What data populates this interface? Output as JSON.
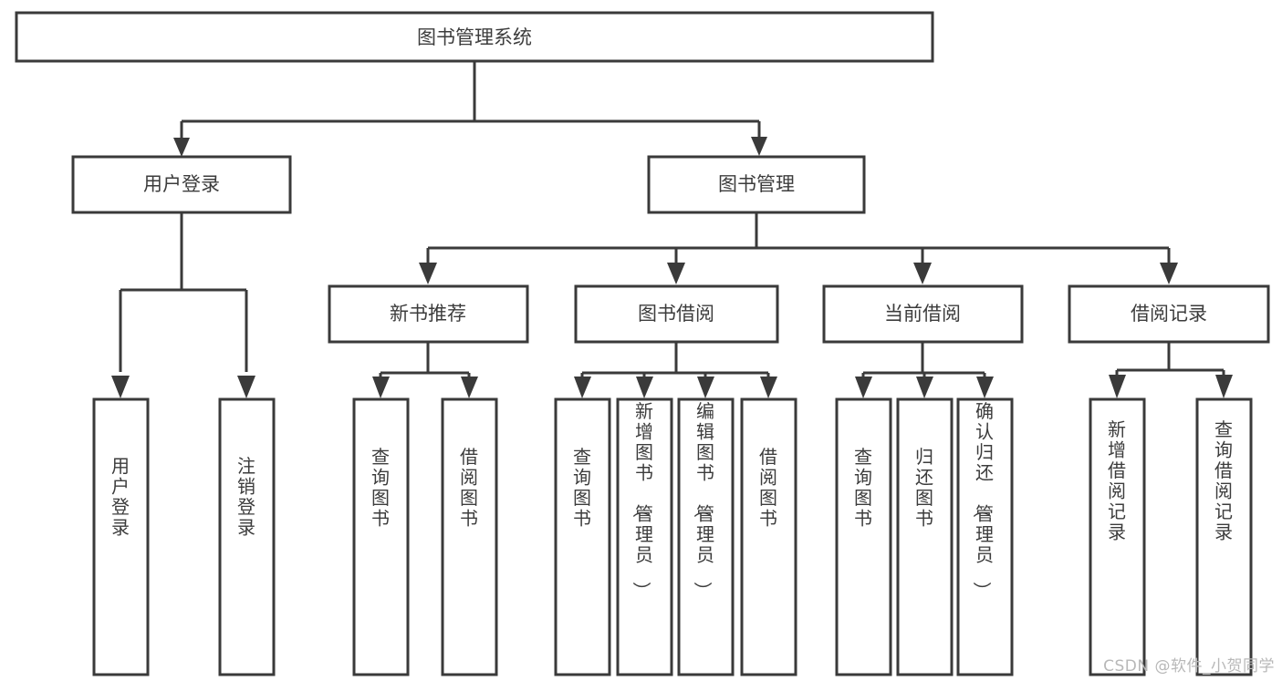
{
  "diagram": {
    "type": "tree",
    "title": "图书管理系统",
    "watermark": "CSDN @软件_小贺同学",
    "colors": {
      "stroke": "#3a3a3a",
      "fill": "#ffffff",
      "text": "#3c3c3c",
      "watermark": "#b8b8b8"
    },
    "levels": {
      "root": {
        "label": "图书管理系统"
      },
      "level1": [
        {
          "label": "用户登录"
        },
        {
          "label": "图书管理"
        }
      ],
      "level2": [
        {
          "label": "新书推荐"
        },
        {
          "label": "图书借阅"
        },
        {
          "label": "当前借阅"
        },
        {
          "label": "借阅记录"
        }
      ],
      "level3": [
        {
          "label": "用户登录",
          "parent": "用户登录"
        },
        {
          "label": "注销登录",
          "parent": "用户登录"
        },
        {
          "label": "查询图书",
          "parent": "新书推荐"
        },
        {
          "label": "借阅图书",
          "parent": "新书推荐"
        },
        {
          "label": "查询图书",
          "parent": "图书借阅"
        },
        {
          "label": "新增图书（管理员）",
          "parent": "图书借阅"
        },
        {
          "label": "编辑图书（管理员）",
          "parent": "图书借阅"
        },
        {
          "label": "借阅图书",
          "parent": "图书借阅"
        },
        {
          "label": "查询图书",
          "parent": "当前借阅"
        },
        {
          "label": "归还图书",
          "parent": "当前借阅"
        },
        {
          "label": "确认归还（管理员）",
          "parent": "当前借阅"
        },
        {
          "label": "新增借阅记录",
          "parent": "借阅记录"
        },
        {
          "label": "查询借阅记录",
          "parent": "借阅记录"
        }
      ]
    }
  }
}
